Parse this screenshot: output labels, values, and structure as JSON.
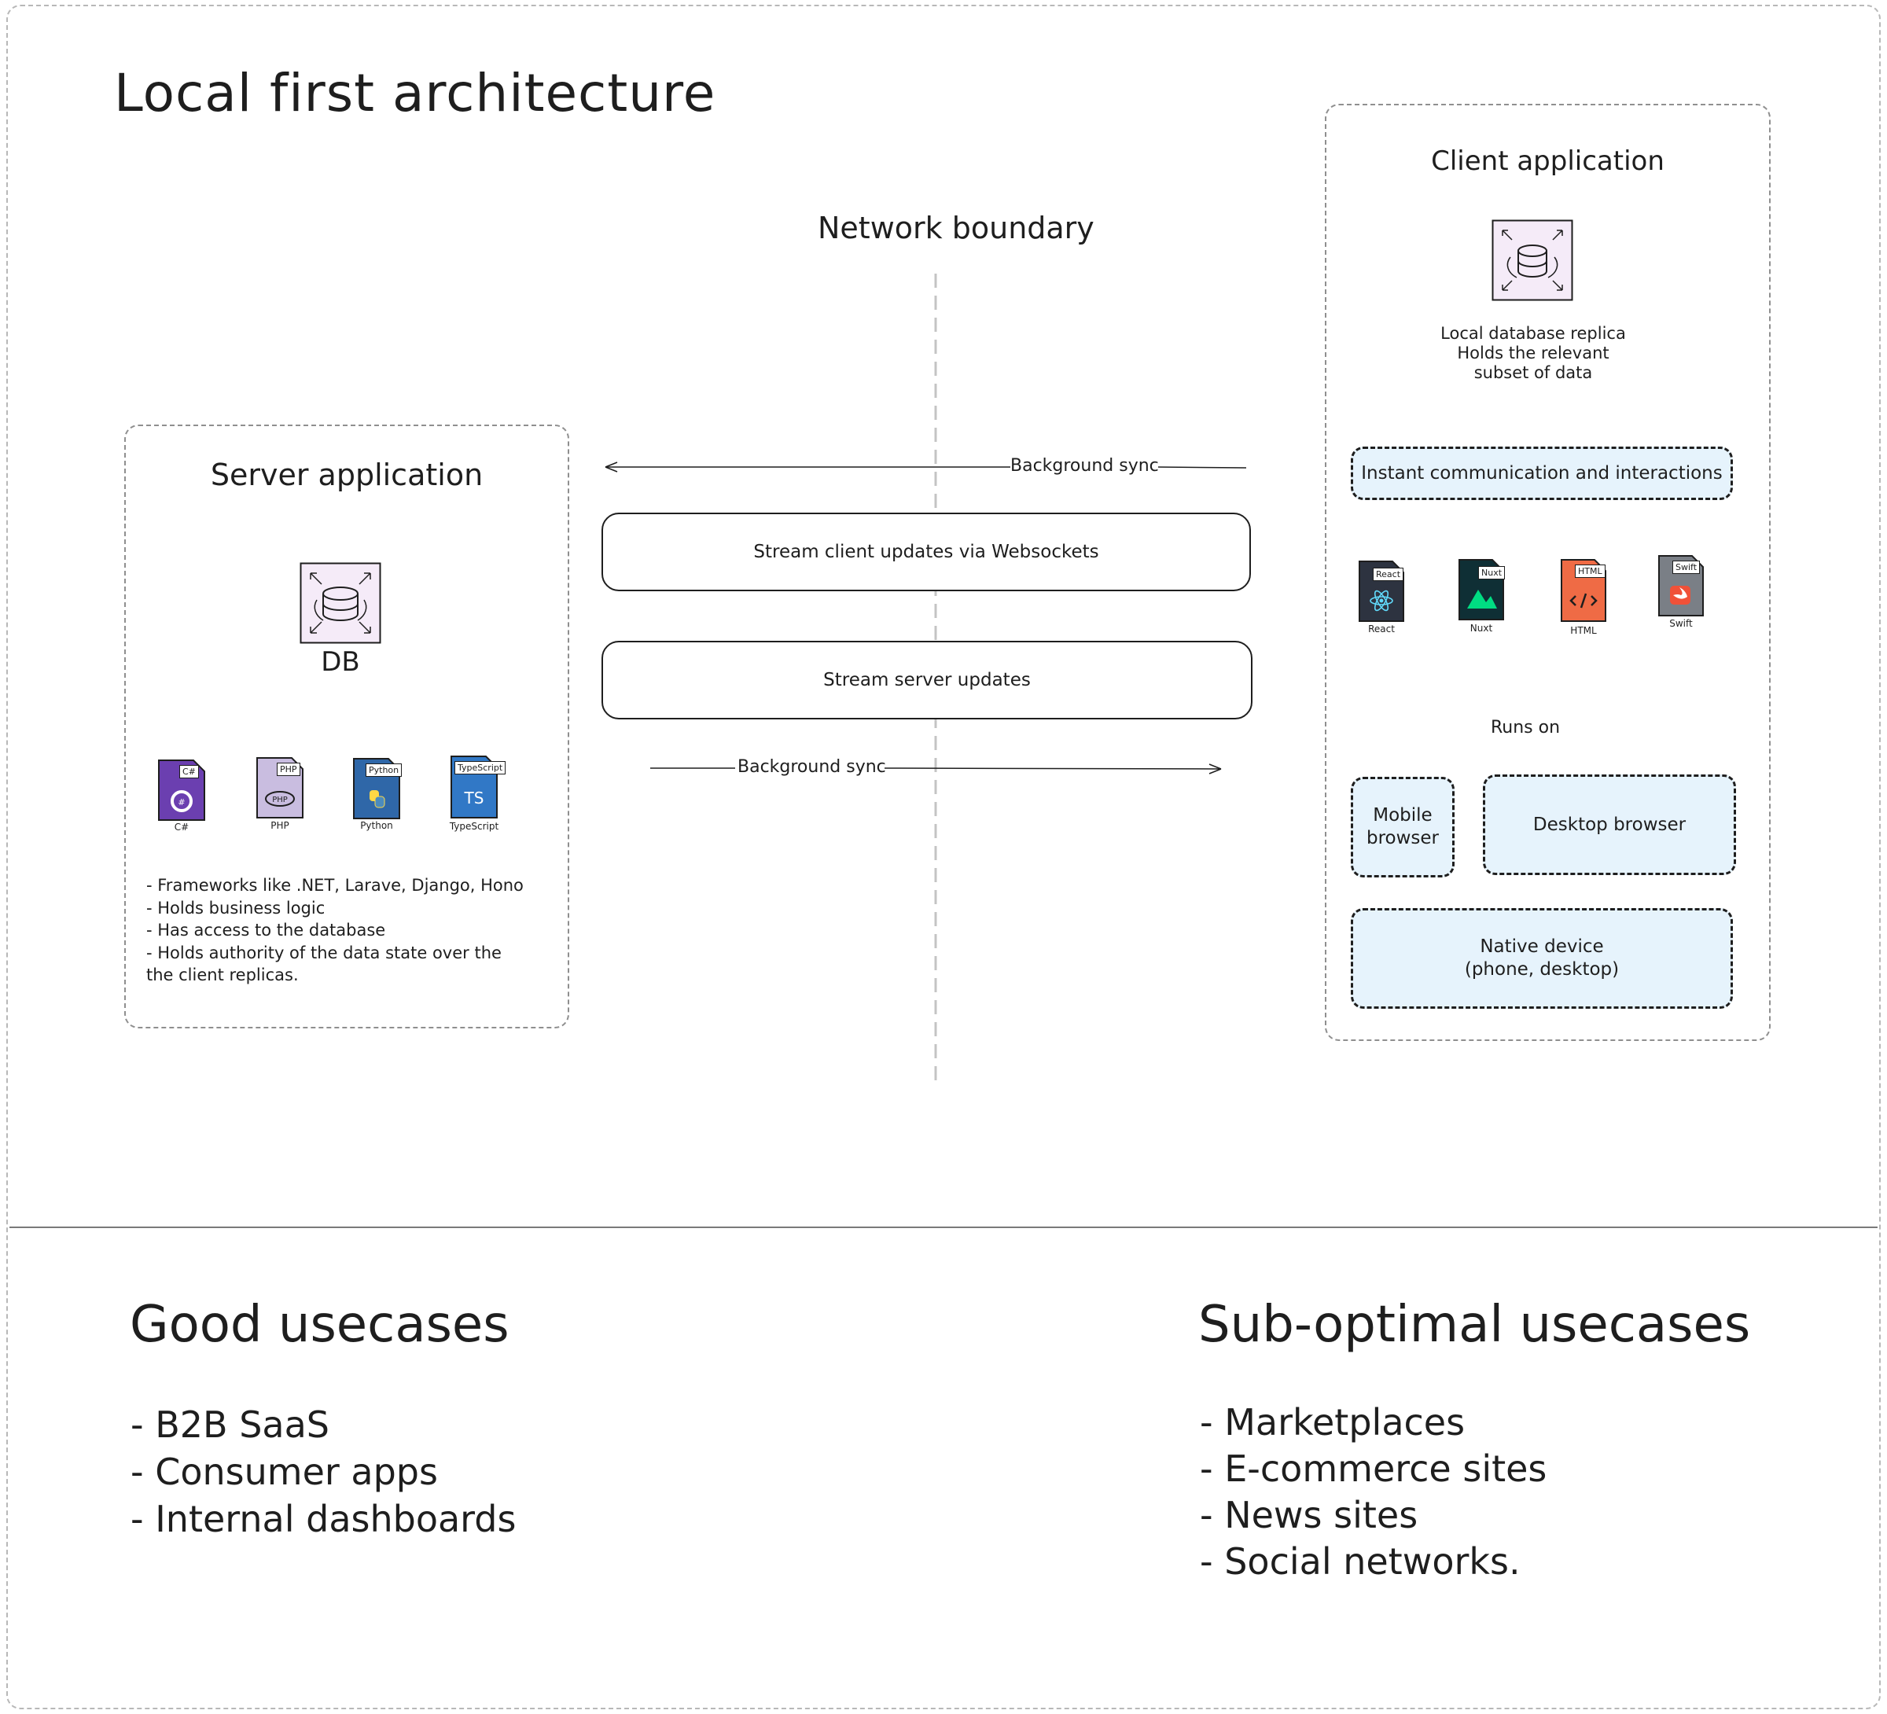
{
  "title": "Local first architecture",
  "network_boundary": "Network boundary",
  "server": {
    "title": "Server application",
    "db_label": "DB",
    "languages": [
      {
        "tag": "C#",
        "label": "C#",
        "color": "#6b3fb0"
      },
      {
        "tag": "PHP",
        "label": "PHP",
        "color": "#c9bde0"
      },
      {
        "tag": "Python",
        "label": "Python",
        "color": "#2f67a8"
      },
      {
        "tag": "TypeScript",
        "label": "TypeScript",
        "color": "#3178c6"
      }
    ],
    "description": [
      "- Frameworks like .NET, Larave, Django, Hono",
      "- Holds business logic",
      "- Has access to the database",
      "- Holds authority of the data state over the",
      "the client replicas."
    ]
  },
  "middle": {
    "sync_top": "Background sync",
    "stream_client": "Stream client updates via Websockets",
    "stream_server": "Stream server updates",
    "sync_bottom": "Background sync"
  },
  "client": {
    "title": "Client application",
    "replica_lines": [
      "Local database replica",
      "Holds the relevant",
      "subset of data"
    ],
    "instant": "Instant communication and interactions",
    "frameworks": [
      {
        "tag": "React",
        "label": "React",
        "color": "#2d3340"
      },
      {
        "tag": "Nuxt",
        "label": "Nuxt",
        "color": "#0f2f35"
      },
      {
        "tag": "HTML",
        "label": "HTML",
        "color": "#ef6b45"
      },
      {
        "tag": "Swift",
        "label": "Swift",
        "color": "#7a7f86"
      }
    ],
    "runs_on": "Runs on",
    "mobile_browser": "Mobile\nbrowser",
    "desktop_browser": "Desktop browser",
    "native_device": "Native device\n(phone, desktop)"
  },
  "good": {
    "heading": "Good usecases",
    "items": [
      "- B2B SaaS",
      "- Consumer apps",
      "- Internal dashboards"
    ]
  },
  "suboptimal": {
    "heading": "Sub-optimal usecases",
    "items": [
      "- Marketplaces",
      "- E-commerce sites",
      "- News sites",
      "- Social networks."
    ]
  },
  "colors": {
    "db_fill": "#f5ebf8",
    "blue_fill": "#e6f3fc",
    "stroke": "#1e1e1e"
  }
}
